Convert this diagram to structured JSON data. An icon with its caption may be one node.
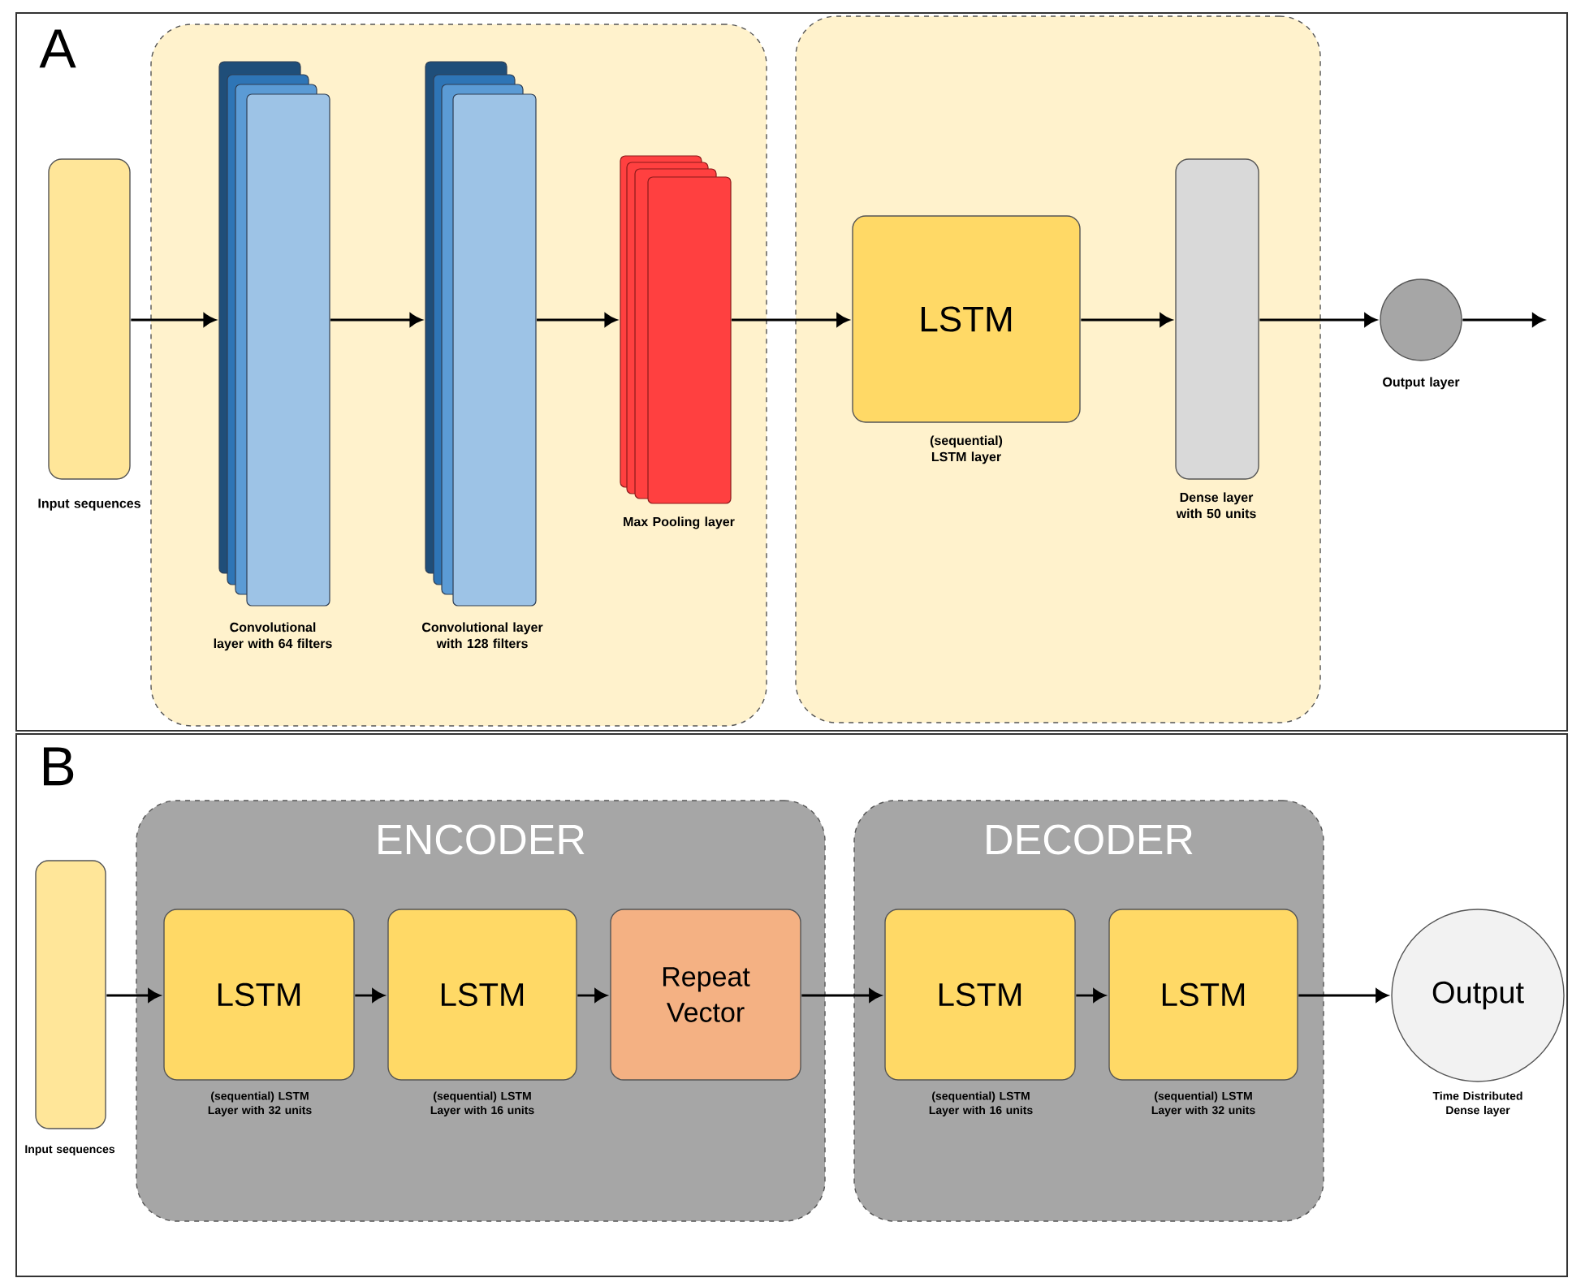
{
  "diagram": {
    "nodes": [
      {
        "text": [],
        "shape": "box"
      },
      {
        "text": [],
        "shape": "box"
      },
      {
        "text": [],
        "shape": "box",
        "beside": [
          "Input sequences"
        ]
      },
      {
        "text": [],
        "shape": "box",
        "in": 0,
        "beside": [
          "Convolutional layer with 64 filters"
        ]
      },
      {
        "text": [],
        "shape": "box",
        "in": 0,
        "beside": [
          "Convolutional layer with 128 filters"
        ]
      },
      {
        "text": [],
        "shape": "box",
        "in": 0,
        "beside": [
          "Max Pooling layer"
        ]
      },
      {
        "text": [
          "LSTM"
        ],
        "in": 1,
        "beside": [
          "(sequential) LSTM layer"
        ]
      },
      {
        "text": [],
        "shape": "box",
        "in": 1,
        "beside": [
          "Dense layer with 50 units"
        ]
      },
      {
        "text": [],
        "shape": "circle",
        "beside": [
          "Output layer"
        ]
      },
      {
        "text": [
          "ENCODER"
        ]
      },
      {
        "text": [
          "DECODER"
        ]
      },
      {
        "text": [],
        "shape": "box",
        "beside": [
          "Input sequences"
        ]
      },
      {
        "text": [
          "LSTM"
        ],
        "in": 9,
        "beside": [
          "(sequential) LSTM Layer with 32 units"
        ]
      },
      {
        "text": [
          "LSTM"
        ],
        "in": 9,
        "beside": [
          "(sequential) LSTM Layer with 16 units"
        ]
      },
      {
        "text": [
          "Repeat Vector"
        ],
        "in": 9
      },
      {
        "text": [
          "LSTM"
        ],
        "in": 10,
        "beside": [
          "(sequential) LSTM Layer with 16 units"
        ]
      },
      {
        "text": [
          "LSTM"
        ],
        "in": 10,
        "beside": [
          "(sequential) LSTM Layer with 32 units"
        ]
      },
      {
        "text": [
          "Output"
        ],
        "beside": [
          "Time Distributed Dense layer"
        ]
      }
    ],
    "edges": [
      {
        "from": 2,
        "to": 3,
        "arrow": "to"
      },
      {
        "from": 3,
        "to": 4,
        "arrow": "to"
      },
      {
        "from": 4,
        "to": 5,
        "arrow": "to"
      },
      {
        "from": 5,
        "to": 6,
        "arrow": "to"
      },
      {
        "from": 6,
        "to": 7,
        "arrow": "to"
      },
      {
        "from": 7,
        "to": 8,
        "arrow": "to"
      },
      {
        "from": 8,
        "to": null,
        "arrow": "to"
      },
      {
        "from": 11,
        "to": 12,
        "arrow": "to"
      },
      {
        "from": 12,
        "to": 13,
        "arrow": "to"
      },
      {
        "from": 13,
        "to": 14,
        "arrow": "to"
      },
      {
        "from": 14,
        "to": 15,
        "arrow": "to"
      },
      {
        "from": 15,
        "to": 16,
        "arrow": "to"
      },
      {
        "from": 16,
        "to": 17,
        "arrow": "to"
      }
    ],
    "labels": [
      "A",
      "B"
    ]
  }
}
